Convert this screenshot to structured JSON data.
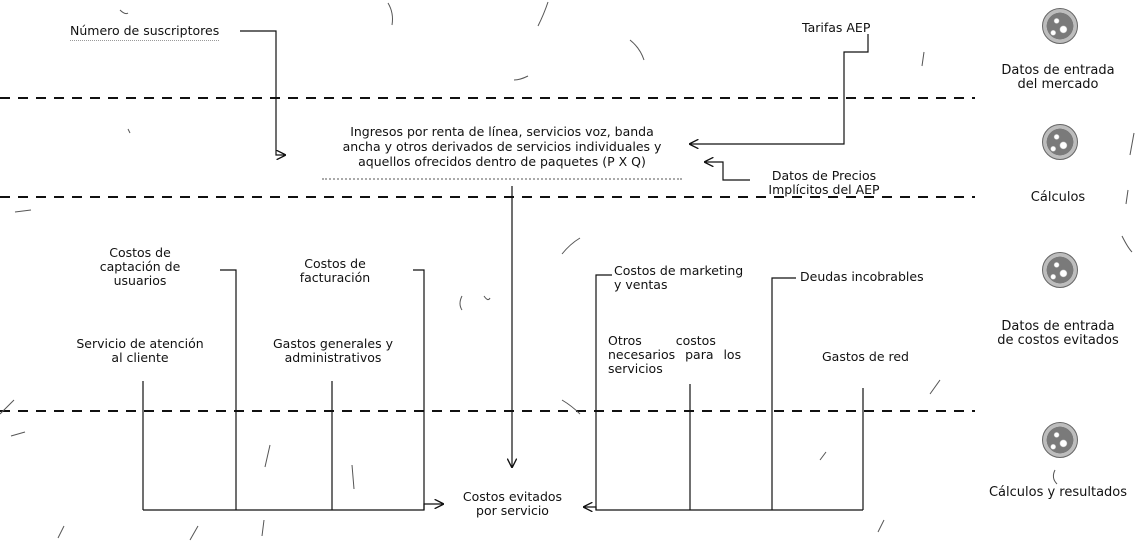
{
  "labels": {
    "suscriptores": "Número de suscriptores",
    "tarifas": "Tarifas AEP",
    "ingresos_l1": "Ingresos por renta de línea, servicios voz, banda",
    "ingresos_l2": "ancha y otros derivados de servicios individuales y",
    "ingresos_l3": "aquellos ofrecidos dentro de paquetes (P X Q)",
    "precios_l1": "Datos de Precios",
    "precios_l2": "Implícitos del AEP",
    "captacion_l1": "Costos de",
    "captacion_l2": "captación de",
    "captacion_l3": "usuarios",
    "facturacion_l1": "Costos de",
    "facturacion_l2": "facturación",
    "atencion_l1": "Servicio de atención",
    "atencion_l2": "al cliente",
    "gastos_gen_l1": "Gastos generales y",
    "gastos_gen_l2": "administrativos",
    "marketing_l1": "Costos de marketing",
    "marketing_l2": "y ventas",
    "deudas": "Deudas incobrables",
    "otros_l1": "Otros costos",
    "otros_l2": "necesarios para los",
    "otros_l3": "servicios",
    "red": "Gastos de red",
    "evitados_l1": "Costos evitados",
    "evitados_l2": "por servicio"
  },
  "phases": {
    "p1_l1": "Datos de entrada",
    "p1_l2": "del mercado",
    "p2": "Cálculos",
    "p3_l1": "Datos de entrada",
    "p3_l2": "de costos evitados",
    "p4": "Cálculos y resultados"
  },
  "icons": [
    "globe-icon",
    "globe-icon",
    "globe-icon",
    "globe-icon"
  ]
}
